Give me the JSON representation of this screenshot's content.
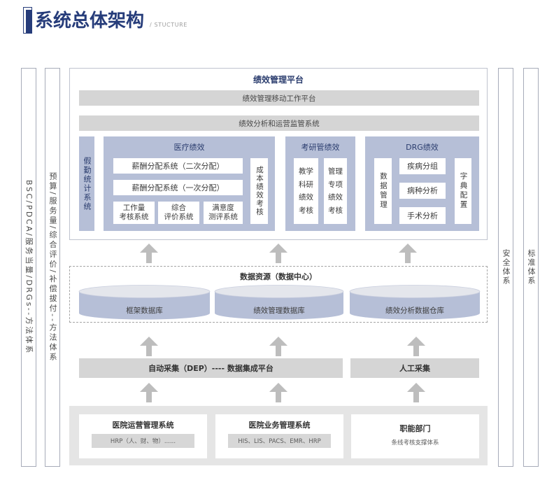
{
  "header": {
    "title": "系统总体架构",
    "subtitle": "/ STUCTURE"
  },
  "side_pillars": {
    "left": [
      "BSC/PDCA/服务当量/DRGs--方法体系",
      "预算/服务量/综合评价/补偿拔付--方法体系"
    ],
    "right": [
      "安全体系",
      "标准体系"
    ]
  },
  "platform": {
    "title": "绩效管理平台",
    "mobile_bar": "绩效管理移动工作平台",
    "monitor_bar": "绩效分析和运营监管系统",
    "attendance": "假勤统计系统",
    "medical": {
      "title": "医疗绩效",
      "salary_secondary": "薪酬分配系统（二次分配）",
      "salary_primary": "薪酬分配系统（一次分配）",
      "workload": "工作量\n考核系统",
      "evaluation": "综合\n评价系统",
      "satisfaction": "满意度\n测评系统",
      "cost": "成本绩效考核"
    },
    "research": {
      "title": "考研管绩效",
      "teaching": "教学\n科研\n绩效\n考核",
      "management": "管理\n专项\n绩效\n考核"
    },
    "drg": {
      "title": "DRG绩效",
      "data_management": "数据管理",
      "disease_grouping": "疾病分组",
      "disease_analysis": "病种分析",
      "surgery_analysis": "手术分析",
      "dictionary_config": "字典配置"
    }
  },
  "data_center": {
    "title": "数据资源（数据中心）",
    "databases": [
      "框架数据库",
      "绩效管理数据库",
      "绩效分析数据仓库"
    ]
  },
  "collection": {
    "automatic": "自动采集（DEP）---- 数据集成平台",
    "manual": "人工采集"
  },
  "sources": [
    {
      "title": "医院运营管理系统",
      "detail": "HRP（人、财、物）......"
    },
    {
      "title": "医院业务管理系统",
      "detail": "HIS、LIS、PACS、EMR、HRP"
    },
    {
      "title": "职能部门",
      "detail": "条线考核支撑体系"
    }
  ],
  "theme": {
    "accent": "#263c7a",
    "bar": "#d5d5d5",
    "panel": "#b6bfd7",
    "panel_text": "#2b3d6e",
    "arrow": "#bdbdbd",
    "cyl_top": "#e4e6ec",
    "cyl_body": "#b6bfd7",
    "source_bg": "#e5e5e5",
    "detail_bg": "#d7d7d7",
    "frame": "#a7abb9"
  }
}
